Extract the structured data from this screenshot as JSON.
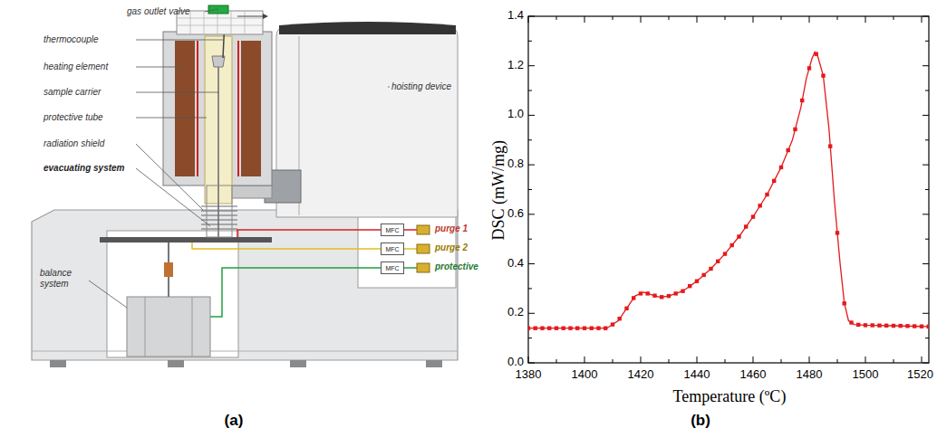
{
  "diagram": {
    "nodes": [
      {
        "text": [
          "MFC"
        ]
      },
      {
        "text": [
          "MFC"
        ]
      },
      {
        "text": [
          "MFC"
        ]
      }
    ],
    "labels": [
      "gas outlet valve",
      "thermocouple",
      "heating element",
      "sample carrier",
      "protective tube",
      "radiation shield",
      "evacuating system",
      "balance system",
      "hoisting device",
      "purge 1",
      "purge 2",
      "protective",
      "(a)",
      "(b)",
      "DSC (mW/mg)",
      "Temperature (ºC)",
      "0.0",
      "0.2",
      "0.4",
      "0.6",
      "0.8",
      "1.0",
      "1.2",
      "1.4",
      "1380",
      "1400",
      "1420",
      "1440",
      "1460",
      "1480",
      "1500",
      "1520"
    ]
  }
}
